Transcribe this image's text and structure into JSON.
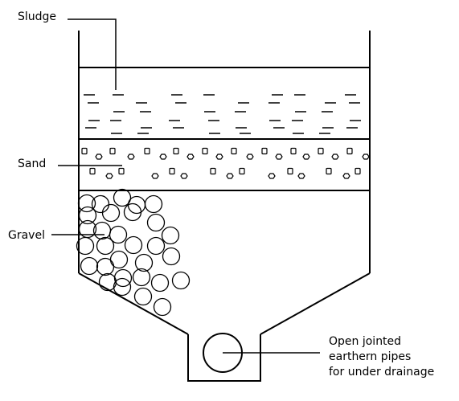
{
  "labels": {
    "sludge": "Sludge",
    "sand": "Sand",
    "gravel": "Gravel",
    "pipe_line1": "Open jointed",
    "pipe_line2": "earthern pipes",
    "pipe_line3": "for under drainage"
  },
  "colors": {
    "stroke": "#000000",
    "background": "#ffffff"
  }
}
